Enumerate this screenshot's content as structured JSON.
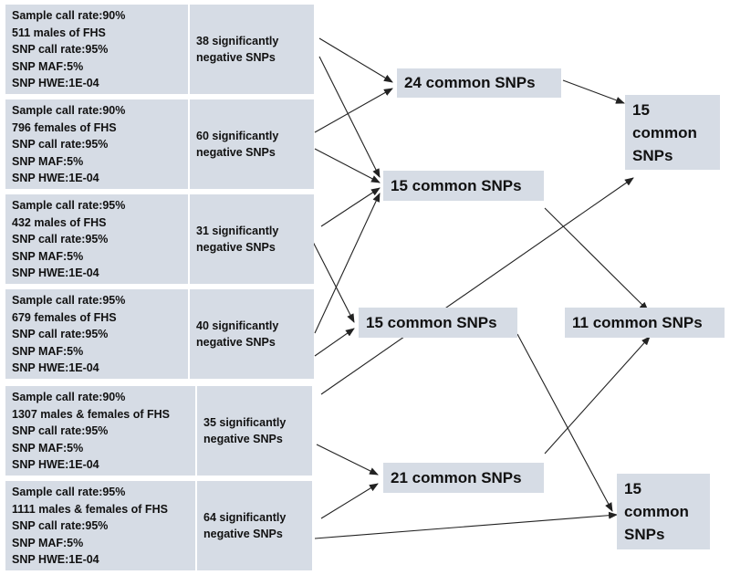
{
  "groups": [
    {
      "criteria": [
        "Sample call rate:90%",
        "511 males of FHS",
        "SNP call rate:95%",
        "SNP MAF:5%",
        "SNP HWE:1E-04"
      ],
      "result": "38 significantly negative SNPs"
    },
    {
      "criteria": [
        "Sample call rate:90%",
        "796 females of FHS",
        "SNP call rate:95%",
        "SNP MAF:5%",
        "SNP HWE:1E-04"
      ],
      "result": "60 significantly negative SNPs"
    },
    {
      "criteria": [
        "Sample call rate:95%",
        "432 males of FHS",
        "SNP call rate:95%",
        "SNP MAF:5%",
        "SNP HWE:1E-04"
      ],
      "result": "31 significantly negative SNPs"
    },
    {
      "criteria": [
        "Sample call rate:95%",
        "679 females of FHS",
        "SNP call rate:95%",
        "SNP MAF:5%",
        "SNP HWE:1E-04"
      ],
      "result": "40 significantly negative SNPs"
    },
    {
      "criteria": [
        "Sample call rate:90%",
        "1307 males & females of FHS",
        "SNP call rate:95%",
        "SNP MAF:5%",
        "SNP HWE:1E-04"
      ],
      "result": "35 significantly negative SNPs"
    },
    {
      "criteria": [
        "Sample call rate:95%",
        "1111 males & females of FHS",
        "SNP call rate:95%",
        "SNP MAF:5%",
        "SNP HWE:1E-04"
      ],
      "result": "64 significantly negative SNPs"
    }
  ],
  "common": {
    "c24": "24 common SNPs",
    "c15a": "15 common SNPs",
    "c15b": "15 common SNPs",
    "c21": "21 common SNPs",
    "c15top": "15 common SNPs",
    "c11": "11 common SNPs",
    "c15bottom": "15 common SNPs"
  },
  "colors": {
    "box_fill": "#d6dce5",
    "arrow": "#222222"
  }
}
